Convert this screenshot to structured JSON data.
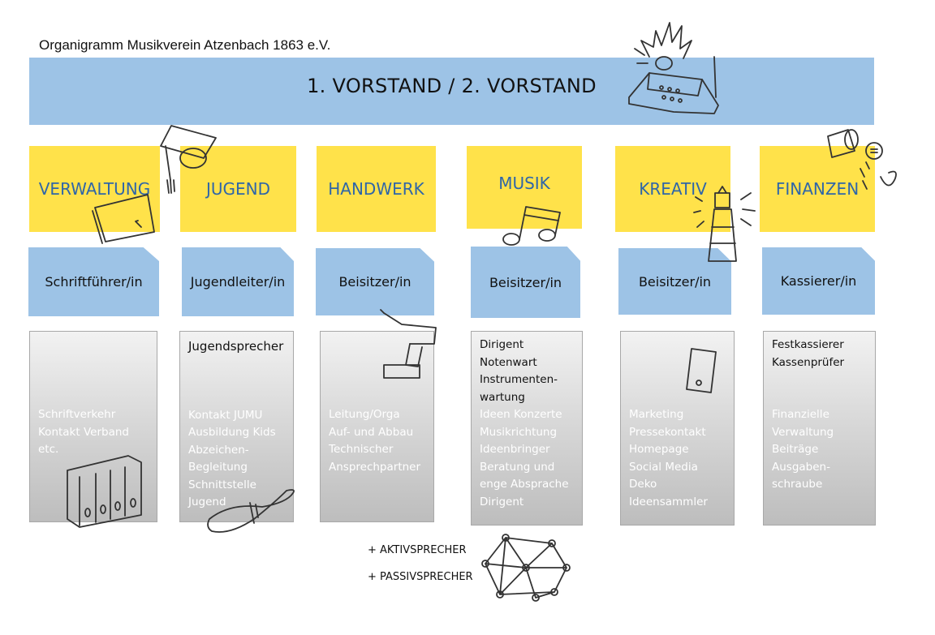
{
  "title": "Organigramm Musikverein Atzenbach 1863 e.V.",
  "board": "1. VORSTAND / 2. VORSTAND",
  "categories": [
    {
      "name": "VERWALTUNG",
      "role": "Schriftführer/in",
      "details_dark": [],
      "details_light": [
        "Schriftverkehr",
        "Kontakt Verband",
        "etc."
      ]
    },
    {
      "name": "JUGEND",
      "role": "Jugendleiter/in",
      "details_dark": [
        "Jugendsprecher"
      ],
      "details_light": [
        "Kontakt JUMU",
        "Ausbildung Kids",
        "Abzeichen-",
        "Begleitung",
        "Schnittstelle",
        "Jugend"
      ]
    },
    {
      "name": "HANDWERK",
      "role": "Beisitzer/in",
      "details_dark": [],
      "details_light": [
        "Leitung/Orga",
        "Auf- und Abbau",
        "Technischer",
        "Ansprechpartner"
      ]
    },
    {
      "name": "MUSIK",
      "role": "Beisitzer/in",
      "details_dark": [
        "Dirigent",
        "Notenwart",
        "Instrumenten-",
        "wartung"
      ],
      "details_light": [
        "Ideen Konzerte",
        "Musikrichtung",
        "Ideenbringer",
        "Beratung und",
        "enge Absprache",
        "Dirigent"
      ]
    },
    {
      "name": "KREATIV",
      "role": "Beisitzer/in",
      "details_dark": [],
      "details_light": [
        "Marketing",
        "Pressekontakt",
        "Homepage",
        "Social Media",
        "Deko",
        "Ideensammler"
      ]
    },
    {
      "name": "FINANZEN",
      "role": "Kassierer/in",
      "details_dark": [
        "Festkassierer",
        "Kassenprüfer"
      ],
      "details_light": [
        "Finanzielle",
        "Verwaltung",
        "Beiträge",
        "Ausgaben-",
        "schraube"
      ]
    }
  ],
  "extras": [
    "+ AKTIVSPRECHER",
    "+ PASSIVSPRECHER"
  ],
  "colors": {
    "board_blue": "#9dc3e6",
    "category_yellow": "#ffe24a",
    "category_text_blue": "#2f66a8",
    "detail_grey": "#d9d9d9"
  },
  "icons": [
    "cash-register-icon",
    "graduation-cap-icon",
    "tablet-icon",
    "music-note-icon",
    "lighthouse-icon",
    "money-bucket-icon",
    "drill-icon",
    "smartphone-icon",
    "binders-icon",
    "scroll-icon",
    "network-icon"
  ]
}
